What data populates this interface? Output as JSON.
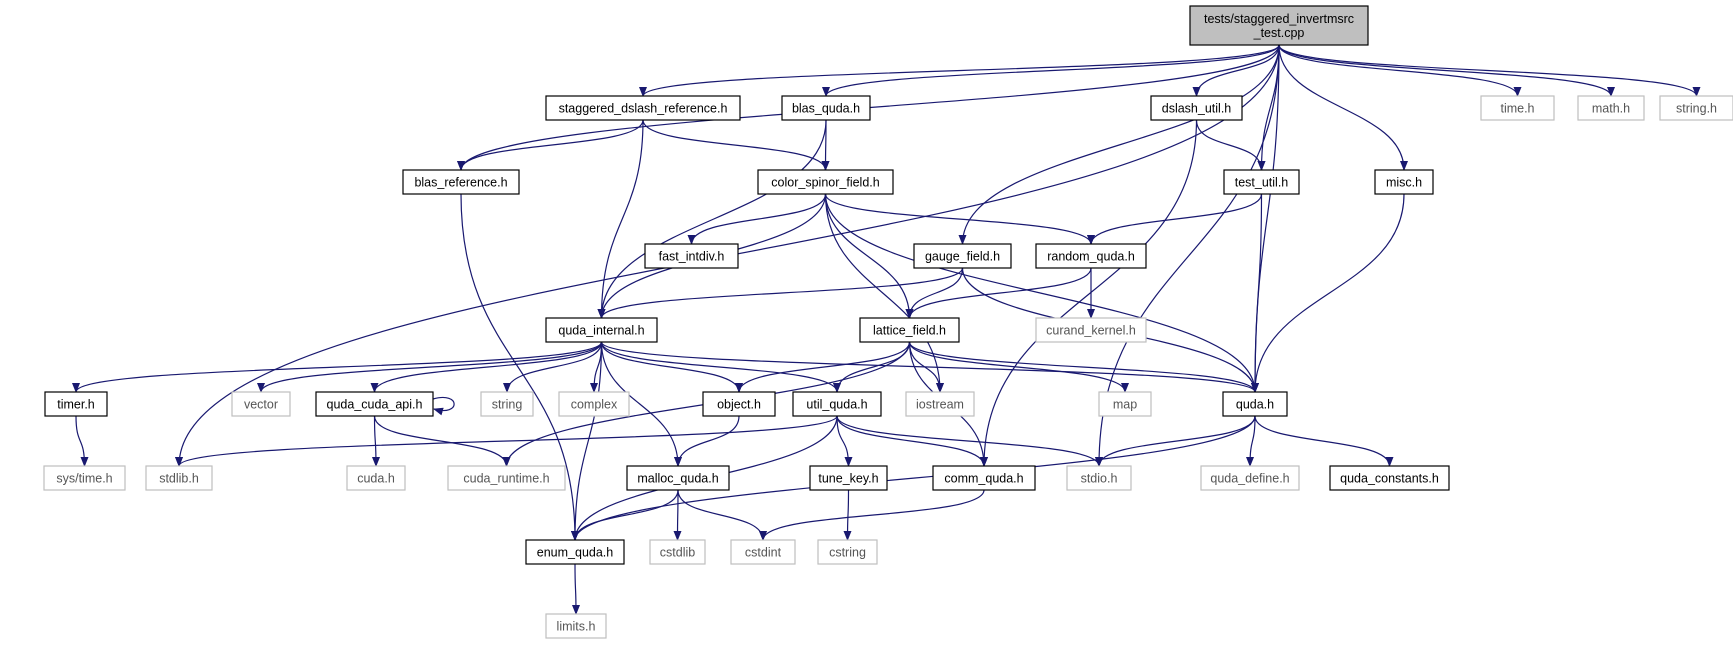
{
  "graph": {
    "colors": {
      "edge": "#191970",
      "root_fill": "#bfbfbf",
      "node_border": "#000000",
      "system_border": "#bfbfbf"
    },
    "nodes": [
      {
        "id": "root",
        "lines": [
          "tests/staggered_invertmsrc",
          "_test.cpp"
        ],
        "kind": "root"
      },
      {
        "id": "stag_ref",
        "lines": [
          "staggered_dslash_reference.h"
        ],
        "kind": "file"
      },
      {
        "id": "blas_quda",
        "lines": [
          "blas_quda.h"
        ],
        "kind": "file"
      },
      {
        "id": "dslash_util",
        "lines": [
          "dslash_util.h"
        ],
        "kind": "file"
      },
      {
        "id": "time_h",
        "lines": [
          "time.h"
        ],
        "kind": "system"
      },
      {
        "id": "math_h",
        "lines": [
          "math.h"
        ],
        "kind": "system"
      },
      {
        "id": "string_h",
        "lines": [
          "string.h"
        ],
        "kind": "system"
      },
      {
        "id": "blas_ref",
        "lines": [
          "blas_reference.h"
        ],
        "kind": "file"
      },
      {
        "id": "csf",
        "lines": [
          "color_spinor_field.h"
        ],
        "kind": "file"
      },
      {
        "id": "test_util",
        "lines": [
          "test_util.h"
        ],
        "kind": "file"
      },
      {
        "id": "misc",
        "lines": [
          "misc.h"
        ],
        "kind": "file"
      },
      {
        "id": "fast_intdiv",
        "lines": [
          "fast_intdiv.h"
        ],
        "kind": "file"
      },
      {
        "id": "gauge_field",
        "lines": [
          "gauge_field.h"
        ],
        "kind": "file"
      },
      {
        "id": "random_quda",
        "lines": [
          "random_quda.h"
        ],
        "kind": "file"
      },
      {
        "id": "quda_internal",
        "lines": [
          "quda_internal.h"
        ],
        "kind": "file"
      },
      {
        "id": "lattice_field",
        "lines": [
          "lattice_field.h"
        ],
        "kind": "file"
      },
      {
        "id": "curand_kernel",
        "lines": [
          "curand_kernel.h"
        ],
        "kind": "system"
      },
      {
        "id": "timer",
        "lines": [
          "timer.h"
        ],
        "kind": "file"
      },
      {
        "id": "vector",
        "lines": [
          "vector"
        ],
        "kind": "system"
      },
      {
        "id": "qca",
        "lines": [
          "quda_cuda_api.h"
        ],
        "kind": "file"
      },
      {
        "id": "string",
        "lines": [
          "string"
        ],
        "kind": "system"
      },
      {
        "id": "complex",
        "lines": [
          "complex"
        ],
        "kind": "system"
      },
      {
        "id": "object",
        "lines": [
          "object.h"
        ],
        "kind": "file"
      },
      {
        "id": "util_quda",
        "lines": [
          "util_quda.h"
        ],
        "kind": "file"
      },
      {
        "id": "iostream",
        "lines": [
          "iostream"
        ],
        "kind": "system"
      },
      {
        "id": "map",
        "lines": [
          "map"
        ],
        "kind": "system"
      },
      {
        "id": "quda",
        "lines": [
          "quda.h"
        ],
        "kind": "file"
      },
      {
        "id": "sys_time",
        "lines": [
          "sys/time.h"
        ],
        "kind": "system"
      },
      {
        "id": "stdlib",
        "lines": [
          "stdlib.h"
        ],
        "kind": "system"
      },
      {
        "id": "cuda_h",
        "lines": [
          "cuda.h"
        ],
        "kind": "system"
      },
      {
        "id": "cuda_runtime",
        "lines": [
          "cuda_runtime.h"
        ],
        "kind": "system"
      },
      {
        "id": "malloc_quda",
        "lines": [
          "malloc_quda.h"
        ],
        "kind": "file"
      },
      {
        "id": "tune_key",
        "lines": [
          "tune_key.h"
        ],
        "kind": "file"
      },
      {
        "id": "comm_quda",
        "lines": [
          "comm_quda.h"
        ],
        "kind": "file"
      },
      {
        "id": "stdio",
        "lines": [
          "stdio.h"
        ],
        "kind": "system"
      },
      {
        "id": "quda_define",
        "lines": [
          "quda_define.h"
        ],
        "kind": "system"
      },
      {
        "id": "quda_constants",
        "lines": [
          "quda_constants.h"
        ],
        "kind": "file"
      },
      {
        "id": "enum_quda",
        "lines": [
          "enum_quda.h"
        ],
        "kind": "file"
      },
      {
        "id": "cstdlib",
        "lines": [
          "cstdlib"
        ],
        "kind": "system"
      },
      {
        "id": "cstdint",
        "lines": [
          "cstdint"
        ],
        "kind": "system"
      },
      {
        "id": "cstring",
        "lines": [
          "cstring"
        ],
        "kind": "system"
      },
      {
        "id": "limits",
        "lines": [
          "limits.h"
        ],
        "kind": "system"
      }
    ],
    "edges": [
      [
        "root",
        "stag_ref"
      ],
      [
        "root",
        "blas_quda"
      ],
      [
        "root",
        "dslash_util"
      ],
      [
        "root",
        "time_h"
      ],
      [
        "root",
        "math_h"
      ],
      [
        "root",
        "string_h"
      ],
      [
        "root",
        "blas_ref"
      ],
      [
        "root",
        "stdlib"
      ],
      [
        "root",
        "gauge_field"
      ],
      [
        "root",
        "test_util"
      ],
      [
        "root",
        "quda"
      ],
      [
        "root",
        "misc"
      ],
      [
        "root",
        "stdio"
      ],
      [
        "stag_ref",
        "blas_ref"
      ],
      [
        "stag_ref",
        "quda_internal"
      ],
      [
        "stag_ref",
        "csf"
      ],
      [
        "blas_quda",
        "csf"
      ],
      [
        "blas_quda",
        "quda_internal"
      ],
      [
        "dslash_util",
        "test_util"
      ],
      [
        "dslash_util",
        "comm_quda"
      ],
      [
        "blas_ref",
        "enum_quda"
      ],
      [
        "csf",
        "fast_intdiv"
      ],
      [
        "csf",
        "quda_internal"
      ],
      [
        "csf",
        "lattice_field"
      ],
      [
        "csf",
        "random_quda"
      ],
      [
        "csf",
        "quda"
      ],
      [
        "csf",
        "iostream"
      ],
      [
        "test_util",
        "random_quda"
      ],
      [
        "test_util",
        "quda"
      ],
      [
        "misc",
        "quda"
      ],
      [
        "gauge_field",
        "quda_internal"
      ],
      [
        "gauge_field",
        "lattice_field"
      ],
      [
        "gauge_field",
        "quda"
      ],
      [
        "random_quda",
        "curand_kernel"
      ],
      [
        "random_quda",
        "lattice_field"
      ],
      [
        "quda_internal",
        "timer"
      ],
      [
        "quda_internal",
        "vector"
      ],
      [
        "quda_internal",
        "qca"
      ],
      [
        "quda_internal",
        "string"
      ],
      [
        "quda_internal",
        "complex"
      ],
      [
        "quda_internal",
        "object"
      ],
      [
        "quda_internal",
        "util_quda"
      ],
      [
        "quda_internal",
        "malloc_quda"
      ],
      [
        "quda_internal",
        "enum_quda"
      ],
      [
        "quda_internal",
        "quda"
      ],
      [
        "lattice_field",
        "object"
      ],
      [
        "lattice_field",
        "util_quda"
      ],
      [
        "lattice_field",
        "iostream"
      ],
      [
        "lattice_field",
        "map"
      ],
      [
        "lattice_field",
        "quda"
      ],
      [
        "lattice_field",
        "comm_quda"
      ],
      [
        "lattice_field",
        "cuda_runtime"
      ],
      [
        "timer",
        "sys_time"
      ],
      [
        "qca",
        "qca"
      ],
      [
        "qca",
        "cuda_h"
      ],
      [
        "qca",
        "cuda_runtime"
      ],
      [
        "object",
        "malloc_quda"
      ],
      [
        "util_quda",
        "stdlib"
      ],
      [
        "util_quda",
        "tune_key"
      ],
      [
        "util_quda",
        "comm_quda"
      ],
      [
        "util_quda",
        "stdio"
      ],
      [
        "util_quda",
        "enum_quda"
      ],
      [
        "quda",
        "stdio"
      ],
      [
        "quda",
        "quda_define"
      ],
      [
        "quda",
        "quda_constants"
      ],
      [
        "quda",
        "enum_quda"
      ],
      [
        "malloc_quda",
        "enum_quda"
      ],
      [
        "malloc_quda",
        "cstdlib"
      ],
      [
        "malloc_quda",
        "cstdint"
      ],
      [
        "tune_key",
        "cstring"
      ],
      [
        "comm_quda",
        "cstdint"
      ],
      [
        "enum_quda",
        "limits"
      ]
    ]
  }
}
